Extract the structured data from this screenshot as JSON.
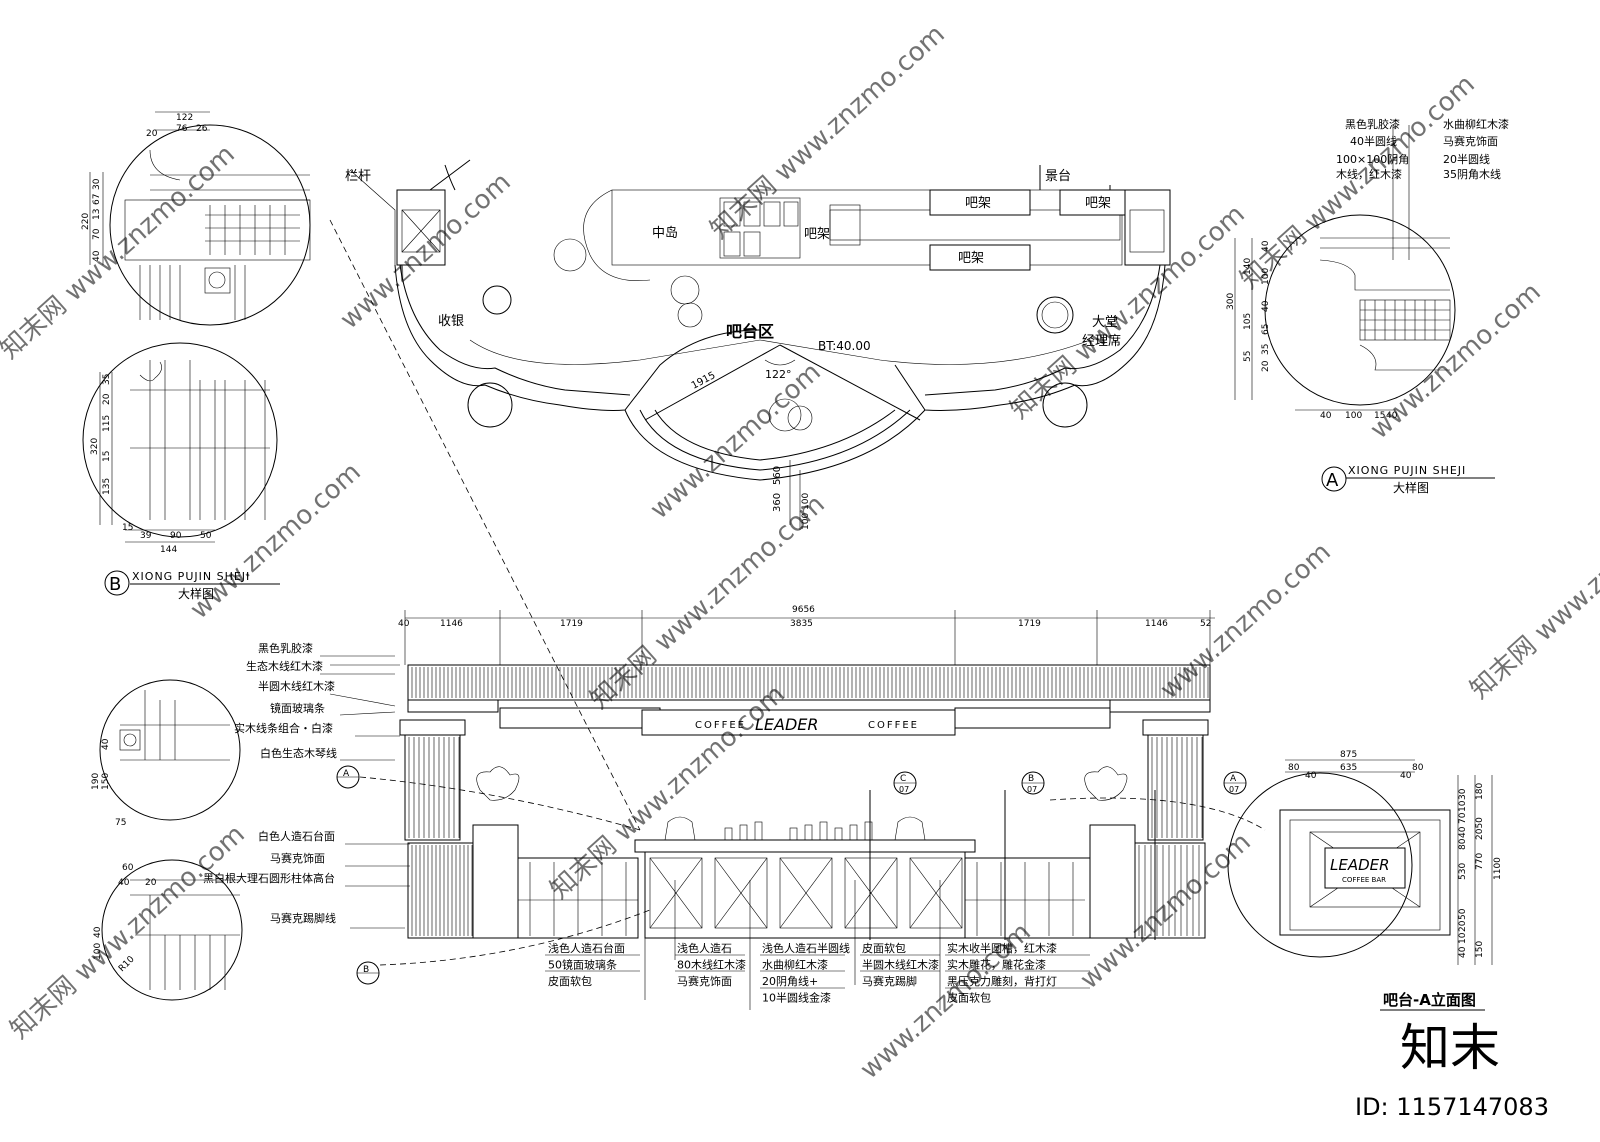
{
  "plan": {
    "title": "吧台区",
    "elevation_mark": "BT:40.00",
    "angle": "122°",
    "length": "1915",
    "rooms": [
      "栏杆",
      "景台",
      "中岛",
      "吧架",
      "吧架",
      "吧架",
      "吧架",
      "收银",
      "大堂",
      "经理席"
    ],
    "dims": [
      "560",
      "360",
      "100",
      "100"
    ]
  },
  "detail_a": {
    "marker": "A",
    "designer": "XIONG  PUJIN  SHEJI",
    "caption": "大样图",
    "labels_left": [
      "黑色乳胶漆",
      "40半圆线",
      "100×100阴角",
      "木线，红木漆"
    ],
    "labels_right": [
      "水曲柳红木漆",
      "马赛克饰面",
      "20半圆线",
      "35阴角木线"
    ],
    "dims_v": [
      "40",
      "100",
      "40",
      "65",
      "35",
      "20",
      "140",
      "105",
      "55",
      "300"
    ],
    "dims_h": [
      "40",
      "100",
      "15",
      "40"
    ]
  },
  "detail_b": {
    "marker": "B",
    "designer": "XIONG  PUJIN  SHEJI",
    "caption": "大样图",
    "dims_top": [
      "122",
      "20",
      "76",
      "26"
    ],
    "dims_v1": [
      "30",
      "67",
      "13",
      "70",
      "40",
      "220"
    ],
    "dims_v2": [
      "35",
      "20",
      "115",
      "15",
      "135",
      "320",
      "15"
    ],
    "dims_h": [
      "39",
      "90",
      "50",
      "144"
    ]
  },
  "elevation": {
    "title": "吧台-A立面图",
    "total_width": "9656",
    "segments": [
      "40",
      "1146",
      "1719",
      "3835",
      "1719",
      "1146",
      "52"
    ],
    "sign_text": "COFFEE",
    "sign_script": "LEADER",
    "left_labels": [
      "黑色乳胶漆",
      "生态木线红木漆",
      "半圆木线红木漆",
      "镜面玻璃条",
      "实木线条组合・白漆",
      "白色生态木琴线",
      "白色人造石台面",
      "马赛克饰面",
      "黑白根大理石圆形柱体高台",
      "马赛克踢脚线"
    ],
    "bottom_notes": [
      [
        "浅色人造石台面",
        "50镜面玻璃条",
        "皮面软包"
      ],
      [
        "浅色人造石",
        "80木线红木漆",
        "马赛克饰面"
      ],
      [
        "浅色人造石半圆线",
        "水曲柳红木漆",
        "20阴角线+",
        "10半圆线金漆"
      ],
      [
        "皮面软包",
        "半圆木线红木漆",
        "马赛克踢脚"
      ],
      [
        "实木收半圆槽，红木漆",
        "实木雕花，雕花金漆",
        "黑压克力雕刻，背打灯",
        "皮面软包"
      ]
    ],
    "section_markers": [
      "A",
      "B",
      "C",
      "07",
      "07",
      "07"
    ],
    "left_detail_dims": [
      "40",
      "150",
      "190",
      "75"
    ],
    "left_detail2_dims": [
      "60",
      "40",
      "20",
      "100",
      "40",
      "R10"
    ]
  },
  "right_elevation_detail": {
    "sign_script": "LEADER",
    "sign_sub": "COFFEE BAR",
    "dims_top": [
      "875",
      "635",
      "80",
      "40",
      "40",
      "80"
    ],
    "dims_right": [
      "30",
      "10",
      "70",
      "180",
      "40",
      "80",
      "2050",
      "530",
      "770",
      "1100",
      "50",
      "20",
      "10",
      "40",
      "150"
    ]
  },
  "watermark": {
    "brand": "知末",
    "site": "www.znzmo.com",
    "cn": "知末网",
    "id_text": "ID: 1157147083"
  }
}
